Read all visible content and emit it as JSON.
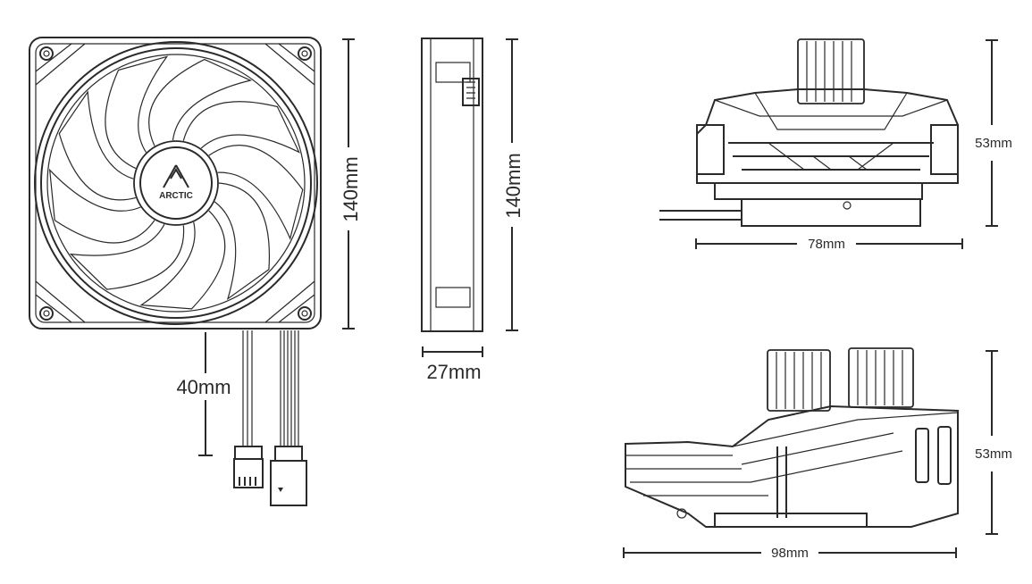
{
  "figure": {
    "brand_logo_text": "ARCTIC",
    "fan_front_view": {
      "height_label": "140mm",
      "cable_length_label": "40mm"
    },
    "fan_side_view": {
      "height_label": "140mm",
      "thickness_label": "27mm"
    },
    "pump_front_view": {
      "height_label": "53mm",
      "width_label": "78mm"
    },
    "pump_side_view": {
      "height_label": "53mm",
      "width_label": "98mm"
    },
    "icons": [
      "arctic-logo-icon",
      "connector-arrow-icon"
    ]
  }
}
